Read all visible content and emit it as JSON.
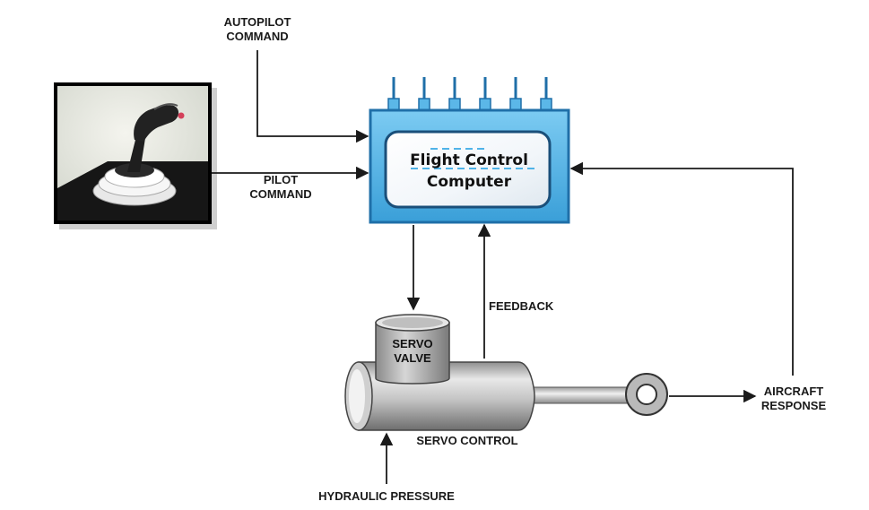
{
  "labels": {
    "autopilot_line1": "AUTOPILOT",
    "autopilot_line2": "COMMAND",
    "pilot_line1": "PILOT",
    "pilot_line2": "COMMAND",
    "computer_line1": "Flight Control",
    "computer_line2": "Computer",
    "feedback": "FEEDBACK",
    "servo_valve_line1": "SERVO",
    "servo_valve_line2": "VALVE",
    "servo_control": "SERVO CONTROL",
    "aircraft_line1": "AIRCRAFT",
    "aircraft_line2": "RESPONSE",
    "hydraulic": "HYDRAULIC PRESSURE"
  },
  "colors": {
    "computer_body": "#5bb7e8",
    "computer_border": "#1f6fa8",
    "arrow": "#1a1a1a",
    "servo_metal": "#b8b8b8"
  }
}
